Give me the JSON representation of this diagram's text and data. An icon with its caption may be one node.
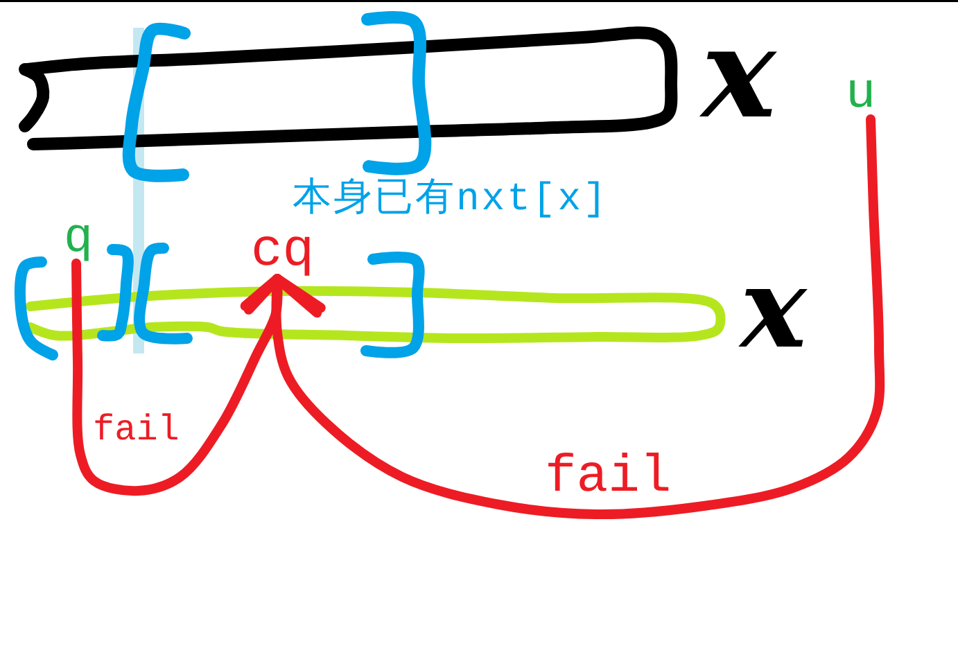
{
  "diagram": {
    "nodes": [
      {
        "text": [
          "u"
        ]
      },
      {
        "text": [
          "q"
        ]
      },
      {
        "text": [
          "cq"
        ]
      }
    ],
    "edges": [
      {
        "from": 1,
        "to": 2,
        "arrow": "to",
        "label": "fail"
      },
      {
        "from": 0,
        "to": 2,
        "arrow": "to",
        "label": "fail"
      }
    ],
    "labels": [
      "x",
      "本身已有nxt[x]",
      "x"
    ]
  }
}
